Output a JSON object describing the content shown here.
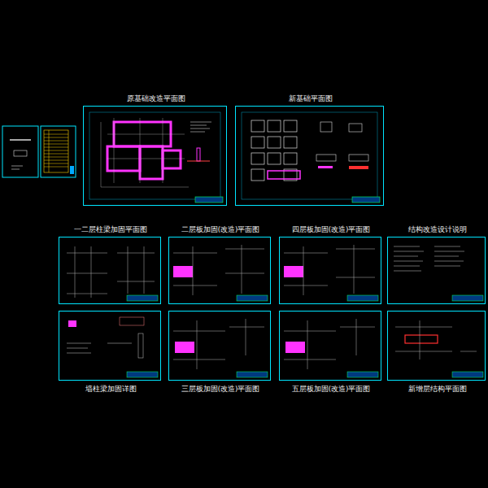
{
  "diagram": {
    "nodes": [
      {
        "text": [
          "原基础改造平面图"
        ]
      },
      {
        "text": [
          "新基础平面图"
        ]
      },
      {
        "text": [
          "一二层柱梁加固平面图"
        ]
      },
      {
        "text": [
          "二层板加固(改造)平面图"
        ]
      },
      {
        "text": [
          "四层板加固(改造)平面图"
        ]
      },
      {
        "text": [
          "结构改造设计说明"
        ]
      },
      {
        "text": [
          "墙柱梁加固详图"
        ]
      },
      {
        "text": [
          "三层板加固(改造)平面图"
        ]
      },
      {
        "text": [
          "五层板加固(改造)平面图"
        ]
      },
      {
        "text": [
          "新增层结构平面图"
        ]
      }
    ]
  }
}
